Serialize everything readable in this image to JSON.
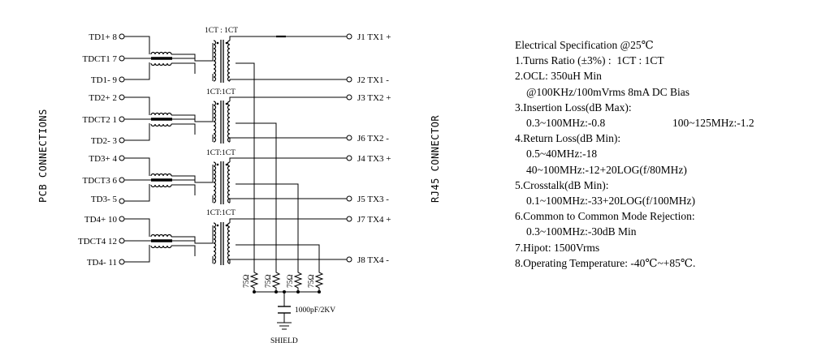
{
  "left_side_label": "PCB CONNECTIONS",
  "right_side_label": "RJ45 CONNECTOR",
  "ratio_label_1": "1CT : 1CT",
  "ratio_label_2": "1CT:1CT",
  "ratio_label_3": "1CT:1CT",
  "ratio_label_4": "1CT:1CT",
  "pcb_pins": [
    {
      "name": "TD1+",
      "pin": "8"
    },
    {
      "name": "TDCT1",
      "pin": "7"
    },
    {
      "name": "TD1-",
      "pin": "9"
    },
    {
      "name": "TD2+",
      "pin": "2"
    },
    {
      "name": "TDCT2",
      "pin": "1"
    },
    {
      "name": "TD2-",
      "pin": "3"
    },
    {
      "name": "TD3+",
      "pin": "4"
    },
    {
      "name": "TDCT3",
      "pin": "6"
    },
    {
      "name": "TD3-",
      "pin": "5"
    },
    {
      "name": "TD4+",
      "pin": "10"
    },
    {
      "name": "TDCT4",
      "pin": "12"
    },
    {
      "name": "TD4-",
      "pin": "11"
    }
  ],
  "rj45_pins": [
    {
      "pin": "J1",
      "name": "TX1 +"
    },
    {
      "pin": "J2",
      "name": "TX1 -"
    },
    {
      "pin": "J3",
      "name": "TX2 +"
    },
    {
      "pin": "J6",
      "name": "TX2 -"
    },
    {
      "pin": "J4",
      "name": "TX3 +"
    },
    {
      "pin": "J5",
      "name": "TX3 -"
    },
    {
      "pin": "J7",
      "name": "TX4 +"
    },
    {
      "pin": "J8",
      "name": "TX4 -"
    }
  ],
  "resistor_label": "75Ω",
  "capacitor_label": "1000pF/2KV",
  "ground_label": "SHIELD",
  "spec": {
    "title": "Electrical Specification @25℃",
    "l1": "1.Turns Ratio (±3%) :  1CT : 1CT",
    "l2": "2.OCL: 350uH Min",
    "l2b": "@100KHz/100mVrms 8mA DC Bias",
    "l3": "3.Insertion Loss(dB Max):",
    "l3a": "0.3~100MHz:-0.8",
    "l3b": "100~125MHz:-1.2",
    "l4": "4.Return Loss(dB Min):",
    "l4a": "0.5~40MHz:-18",
    "l4b": "40~100MHz:-12+20LOG(f/80MHz)",
    "l5": "5.Crosstalk(dB Min):",
    "l5a": "0.1~100MHz:-33+20LOG(f/100MHz)",
    "l6": "6.Common to Common Mode Rejection:",
    "l6a": "0.3~100MHz:-30dB Min",
    "l7": "7.Hipot: 1500Vrms",
    "l8": "8.Operating Temperature: -40℃~+85℃."
  }
}
